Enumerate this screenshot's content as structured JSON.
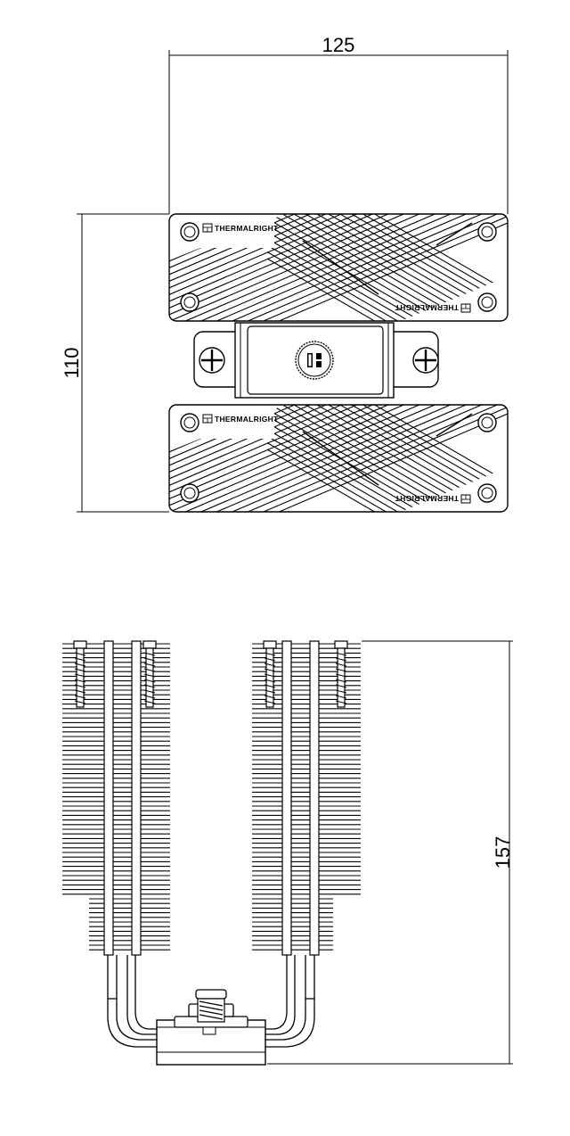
{
  "top_view": {
    "width_label": "125",
    "height_label": "110",
    "brand": "THERMALRIGHT",
    "brand_mark": "thermalright-logo-icon"
  },
  "side_view": {
    "height_label": "157"
  }
}
